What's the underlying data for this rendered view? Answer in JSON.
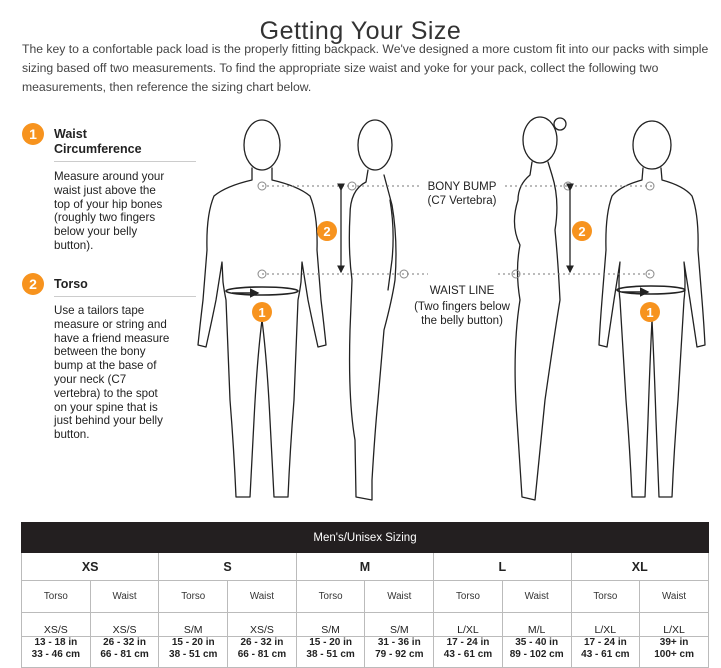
{
  "page": {
    "title": "Getting Your Size",
    "intro": "The key to a confortable pack load is the properly fitting backpack. We've designed a more custom fit into our packs with simple sizing based off two measurements. To find the appropriate size waist and yoke for your pack, collect the following two measurements, then reference the sizing chart below."
  },
  "steps": [
    {
      "number": "1",
      "heading_line1": "Waist",
      "heading_line2": "Circumference",
      "lines": [
        "Measure around your",
        "waist just above the",
        "top of your hip bones",
        "(roughly two fingers",
        "below your belly",
        "button)."
      ]
    },
    {
      "number": "2",
      "heading_line1": "Torso",
      "heading_line2": "",
      "lines": [
        "Use a tailors tape",
        "measure or string and",
        "have a friend measure",
        "between the bony",
        "bump at the base of",
        "your neck (C7",
        "vertebra) to the spot",
        "on your spine that is",
        "just behind your belly",
        "button."
      ]
    }
  ],
  "figure": {
    "bony_bump_line1": "BONY BUMP",
    "bony_bump_line2": "(C7 Vertebra)",
    "waist_line": "WAIST LINE",
    "waist_note_line1": "(Two fingers below",
    "waist_note_line2": "the belly button)",
    "marker_1": "1",
    "marker_2": "2"
  },
  "chart": {
    "caption": "Men's/Unisex Sizing",
    "columns": [
      {
        "size": "XS",
        "cells": [
          {
            "kind": "Torso",
            "fit": "XS/S",
            "in": "13 - 18 in",
            "cm": "33 - 46 cm"
          },
          {
            "kind": "Waist",
            "fit": "XS/S",
            "in": "26 - 32 in",
            "cm": "66 - 81 cm"
          }
        ]
      },
      {
        "size": "S",
        "cells": [
          {
            "kind": "Torso",
            "fit": "S/M",
            "in": "15 - 20 in",
            "cm": "38 - 51 cm"
          },
          {
            "kind": "Waist",
            "fit": "XS/S",
            "in": "26 - 32 in",
            "cm": "66 - 81 cm"
          }
        ]
      },
      {
        "size": "M",
        "cells": [
          {
            "kind": "Torso",
            "fit": "S/M",
            "in": "15 - 20 in",
            "cm": "38 - 51 cm"
          },
          {
            "kind": "Waist",
            "fit": "S/M",
            "in": "31 - 36 in",
            "cm": "79 - 92 cm"
          }
        ]
      },
      {
        "size": "L",
        "cells": [
          {
            "kind": "Torso",
            "fit": "L/XL",
            "in": "17 - 24 in",
            "cm": "43 - 61 cm"
          },
          {
            "kind": "Waist",
            "fit": "M/L",
            "in": "35 - 40 in",
            "cm": "89 - 102 cm"
          }
        ]
      },
      {
        "size": "XL",
        "cells": [
          {
            "kind": "Torso",
            "fit": "L/XL",
            "in": "17 - 24 in",
            "cm": "43 - 61 cm"
          },
          {
            "kind": "Waist",
            "fit": "L/XL",
            "in": "39+ in",
            "cm": "100+ cm"
          }
        ]
      }
    ]
  },
  "colors": {
    "accent": "#f7931e",
    "header_bg": "#231f20",
    "outline": "#222222"
  }
}
